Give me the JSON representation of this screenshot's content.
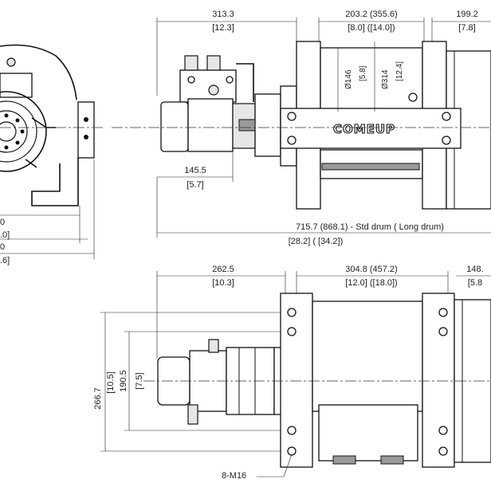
{
  "brand": {
    "logo_text": "COMEUP"
  },
  "top_view": {
    "dim_overall_right": {
      "mm": "313.3",
      "in": "[12.3]"
    },
    "dim_drum": {
      "mm": "203.2 (355.6)",
      "in": "[8.0] ([14.0])"
    },
    "dim_far_right": {
      "mm": "199.2",
      "in": "[7.8]"
    },
    "dim_motor": {
      "mm": "145.5",
      "in": "[5.7]"
    },
    "dim_dia_small": {
      "mm": "Ø146",
      "in": "[5.8]"
    },
    "dim_dia_large": {
      "mm": "Ø314",
      "in": "[12.4]"
    },
    "dim_total": {
      "mm": "715.7  (868.1)  - Std drum ( Long drum)",
      "in": "[28.2]  ( [34.2])"
    }
  },
  "side_view": {
    "partial_labels": [
      "0",
      ".0]",
      "0",
      ".6]"
    ]
  },
  "bottom_view": {
    "dim_left": {
      "mm": "262.5",
      "in": "[10.3]"
    },
    "dim_drum": {
      "mm": "304.8  (457.2)",
      "in": "[12.0]  ([18.0])"
    },
    "dim_right": {
      "mm": "148.",
      "in": "[5.8"
    },
    "dim_height": {
      "mm": "266.7",
      "in": "[10.5]"
    },
    "dim_mid": {
      "mm": "190.5",
      "in": "[7.5]"
    },
    "bolt_note": "8-M16"
  }
}
